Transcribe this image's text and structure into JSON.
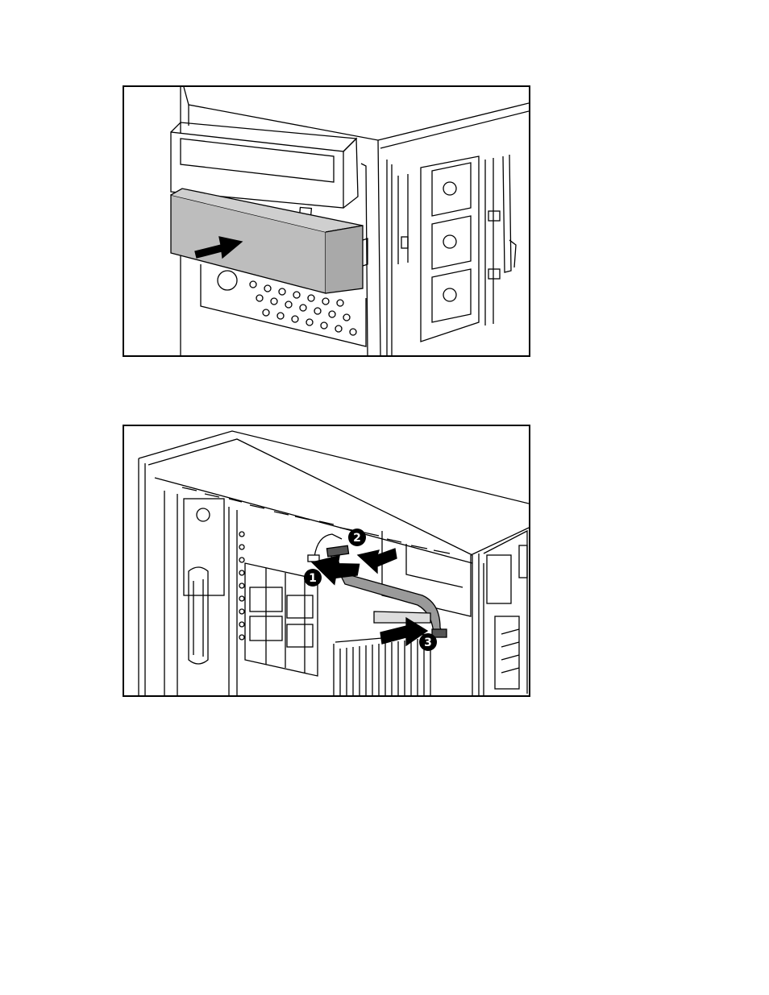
{
  "figures": [
    {
      "id": "figure-1",
      "icons": [
        "optical-drive-icon",
        "drive-blank-icon",
        "insert-arrow-icon",
        "chassis-front-icon",
        "drive-cage-icon"
      ]
    },
    {
      "id": "figure-2",
      "icons": [
        "chassis-interior-icon",
        "data-cable-icon",
        "power-cable-icon",
        "heatsink-icon",
        "arrow-icon"
      ],
      "callouts": [
        "1",
        "2",
        "3"
      ]
    }
  ],
  "colors": {
    "line": "#000000",
    "blank_fill": "#bdbdbd",
    "cable_fill": "#9a9a9a",
    "background": "#ffffff"
  }
}
